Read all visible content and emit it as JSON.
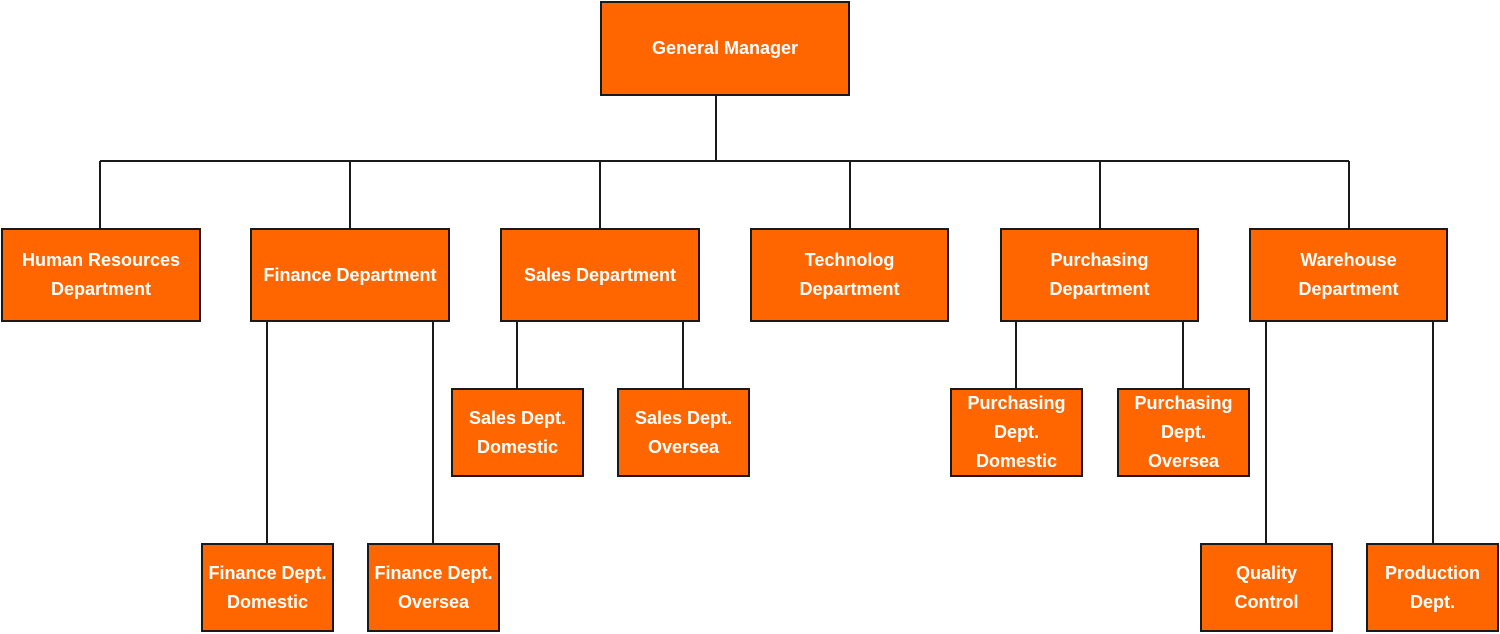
{
  "colors": {
    "node_fill": "#FF6600",
    "node_border": "#1A1A1A",
    "connector": "#1A1A1A",
    "text": "#FFFFFF"
  },
  "nodes": [
    {
      "id": "general-manager",
      "label": "General Manager",
      "parent": null,
      "level": 0
    },
    {
      "id": "human-resources",
      "label": "Human Resources Department",
      "parent": "general-manager",
      "level": 1
    },
    {
      "id": "finance",
      "label": "Finance Department",
      "parent": "general-manager",
      "level": 1
    },
    {
      "id": "sales",
      "label": "Sales Department",
      "parent": "general-manager",
      "level": 1
    },
    {
      "id": "technolog",
      "label": "Technolog Department",
      "parent": "general-manager",
      "level": 1
    },
    {
      "id": "purchasing",
      "label": "Purchasing Department",
      "parent": "general-manager",
      "level": 1
    },
    {
      "id": "warehouse",
      "label": "Warehouse Department",
      "parent": "general-manager",
      "level": 1
    },
    {
      "id": "sales-domestic",
      "label": "Sales Dept. Domestic",
      "parent": "sales",
      "level": 2
    },
    {
      "id": "sales-oversea",
      "label": "Sales Dept. Oversea",
      "parent": "sales",
      "level": 2
    },
    {
      "id": "purchasing-domestic",
      "label": "Purchasing Dept. Domestic",
      "parent": "purchasing",
      "level": 2
    },
    {
      "id": "purchasing-oversea",
      "label": "Purchasing Dept. Oversea",
      "parent": "purchasing",
      "level": 2
    },
    {
      "id": "finance-domestic",
      "label": "Finance Dept. Domestic",
      "parent": "finance",
      "level": 3
    },
    {
      "id": "finance-oversea",
      "label": "Finance Dept. Oversea",
      "parent": "finance",
      "level": 3
    },
    {
      "id": "quality-control",
      "label": "Quality Control",
      "parent": "warehouse",
      "level": 3
    },
    {
      "id": "production",
      "label": "Production Dept.",
      "parent": "warehouse",
      "level": 3
    }
  ]
}
